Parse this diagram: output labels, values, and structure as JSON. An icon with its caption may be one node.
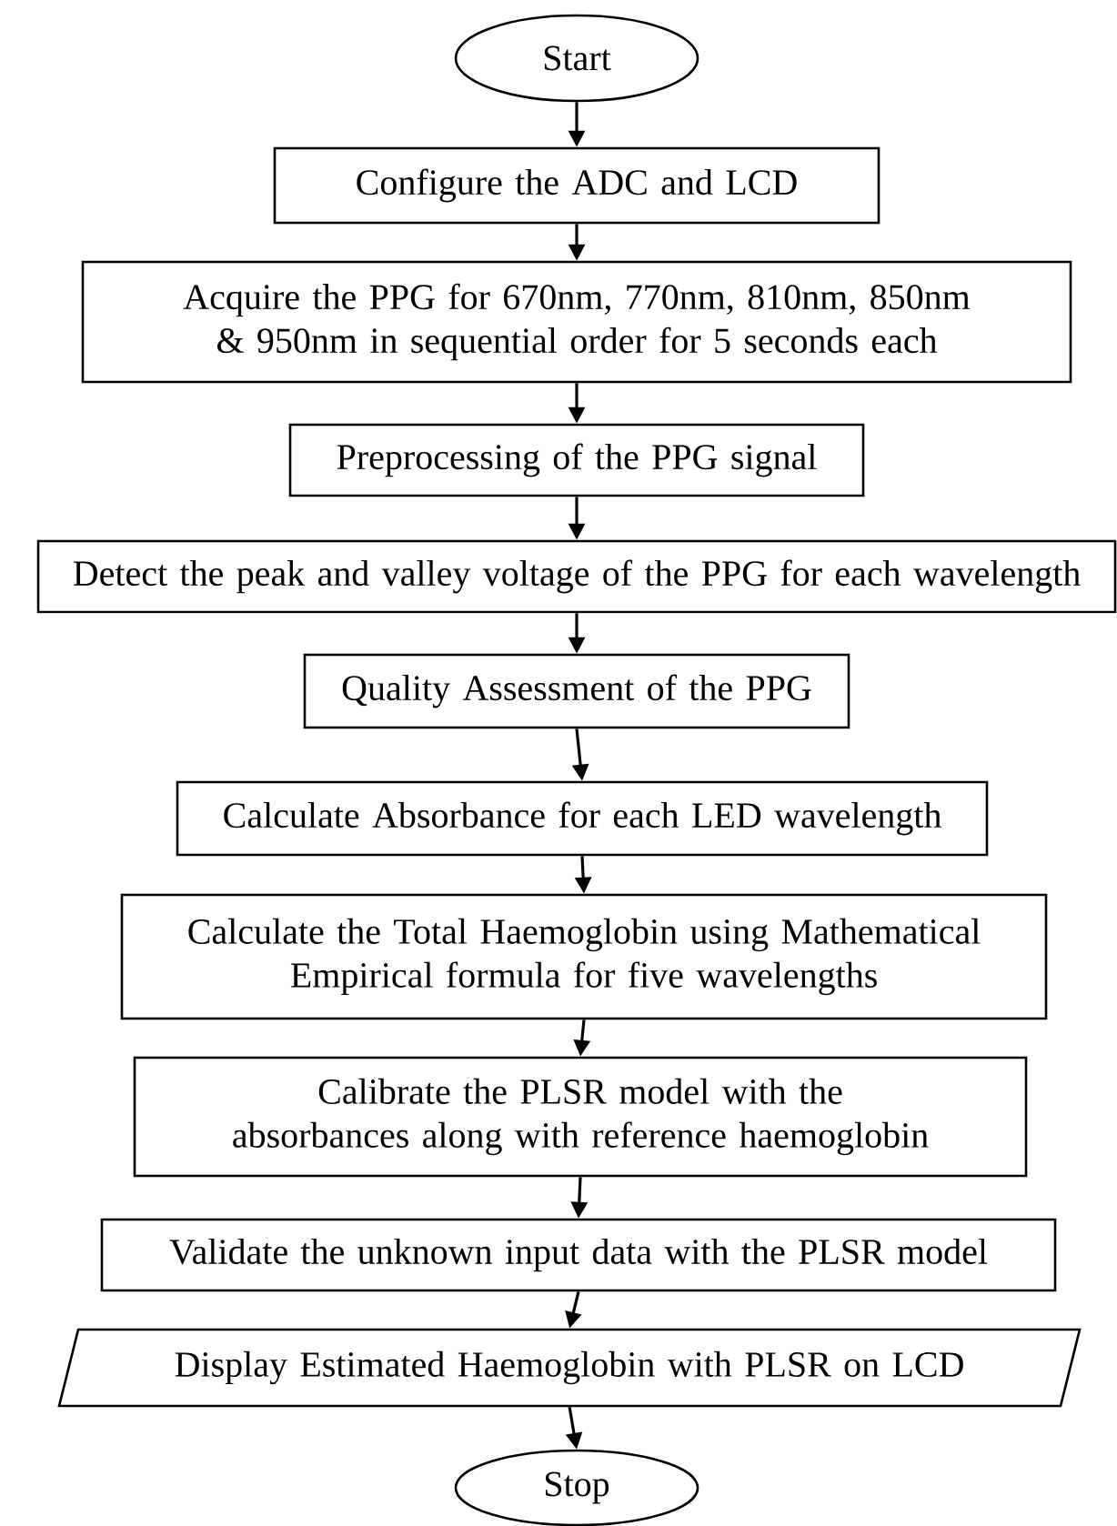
{
  "diagram": {
    "nodes": [
      {
        "text": [
          "Start"
        ]
      },
      {
        "text": [
          "Configure the ADC and LCD"
        ]
      },
      {
        "text": [
          "Acquire the PPG for 670nm, 770nm, 810nm, 850nm & 950nm in sequential order for 5 seconds each"
        ]
      },
      {
        "text": [
          "Preprocessing of the PPG signal"
        ]
      },
      {
        "text": [
          "Detect the peak and valley voltage of the PPG for each wavelength"
        ]
      },
      {
        "text": [
          "Quality Assessment of the PPG"
        ]
      },
      {
        "text": [
          "Calculate Absorbance for each LED wavelength"
        ]
      },
      {
        "text": [
          "Calculate the Total Haemoglobin using Mathematical Empirical formula for five wavelengths"
        ]
      },
      {
        "text": [
          "Calibrate the PLSR model with the absorbances along with reference haemoglobin"
        ]
      },
      {
        "text": [
          "Validate the unknown input data with the PLSR model"
        ]
      },
      {
        "text": [
          "Display Estimated Haemoglobin with PLSR on LCD"
        ]
      },
      {
        "text": [
          "Stop"
        ]
      }
    ],
    "edges": [
      {
        "from": 0,
        "to": 1,
        "arrow": "to"
      },
      {
        "from": 1,
        "to": 2,
        "arrow": "to"
      },
      {
        "from": 2,
        "to": 3,
        "arrow": "to"
      },
      {
        "from": 3,
        "to": 4,
        "arrow": "to"
      },
      {
        "from": 4,
        "to": 5,
        "arrow": "to"
      },
      {
        "from": 5,
        "to": 6,
        "arrow": "to"
      },
      {
        "from": 6,
        "to": 7,
        "arrow": "to"
      },
      {
        "from": 7,
        "to": 8,
        "arrow": "to"
      },
      {
        "from": 8,
        "to": 9,
        "arrow": "to"
      },
      {
        "from": 9,
        "to": 10,
        "arrow": "to"
      },
      {
        "from": 10,
        "to": 11,
        "arrow": "to"
      }
    ]
  }
}
